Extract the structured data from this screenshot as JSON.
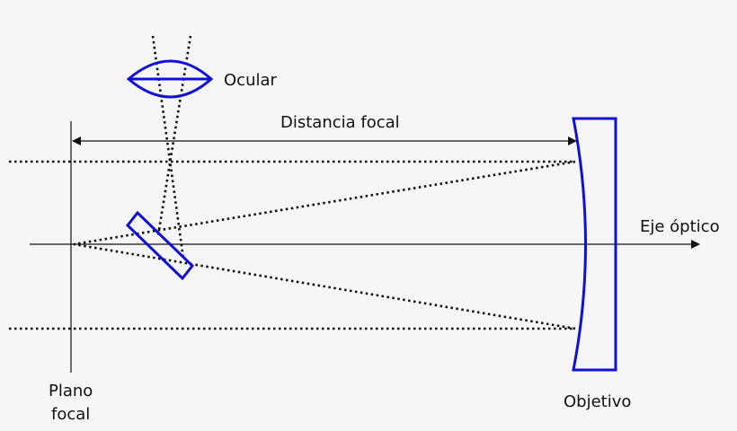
{
  "labels": {
    "eyepiece": "Ocular",
    "focal_distance": "Distancia focal",
    "optical_axis": "Eje óptico",
    "focal_plane_line1": "Plano",
    "focal_plane_line2": "focal",
    "objective": "Objetivo"
  },
  "colors": {
    "optics": "#1010d8",
    "lines": "#111111",
    "background": "#f6f6f6"
  }
}
